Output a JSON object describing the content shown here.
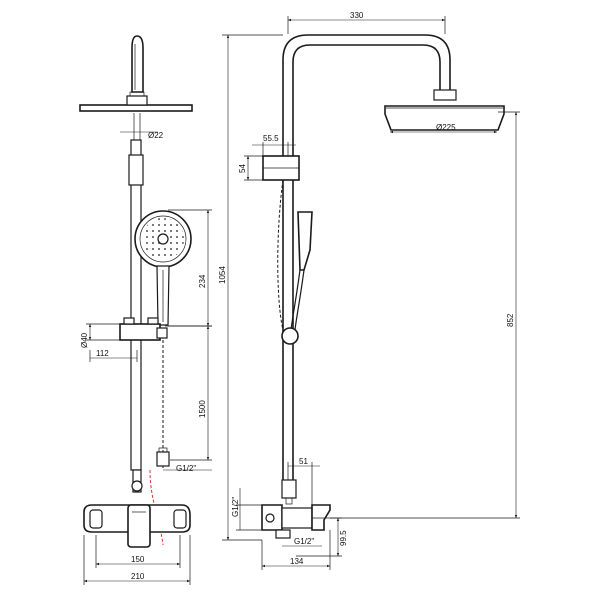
{
  "diagram": {
    "type": "technical-drawing",
    "front_view": {
      "dims": {
        "head_connector": "Ø22",
        "handshower_height": "234",
        "slider_diameter": "Ø40",
        "slider_offset": "112",
        "rail_length": "1500",
        "outlet_thread": "G1/2\"",
        "handle_span": "150",
        "mixer_width": "210"
      }
    },
    "side_view": {
      "dims": {
        "arm_reach": "330",
        "head_diameter": "Ø225",
        "holder_depth": "55.5",
        "holder_height": "54",
        "total_height": "1054",
        "head_height": "852",
        "bracket_depth": "51",
        "inlet_thread_vertical": "G1/2\"",
        "inlet_thread": "G1/2\"",
        "inlet_height": "99.5",
        "mixer_depth": "134"
      }
    }
  }
}
